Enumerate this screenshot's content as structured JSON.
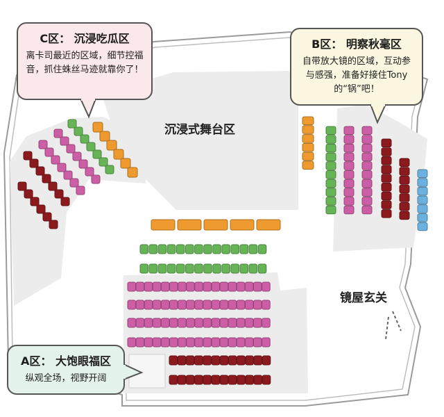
{
  "stage_label": "沉浸式舞台区",
  "foyer_label": "镜屋玄关",
  "callouts": {
    "c": {
      "title": "C区：  沉浸吃瓜区",
      "desc": "离卡司最近的区域，细节控福音，抓住蛛丝马迹就靠你了！"
    },
    "b": {
      "title": "B区：  明察秋毫区",
      "desc": "自带放大镜的区域，互动参与感强，准备好接住Tony 的“锅”吧！"
    },
    "a": {
      "title": "A区：  大饱眼福区",
      "desc": "纵观全场，视野开阔"
    }
  },
  "colors": {
    "orange": "#ee9a2e",
    "green": "#67b457",
    "pink": "#cc5ea5",
    "maroon": "#8b1a1e",
    "blue": "#6cb1de",
    "floor": "#ececec",
    "wall": "#9a9a9a"
  }
}
